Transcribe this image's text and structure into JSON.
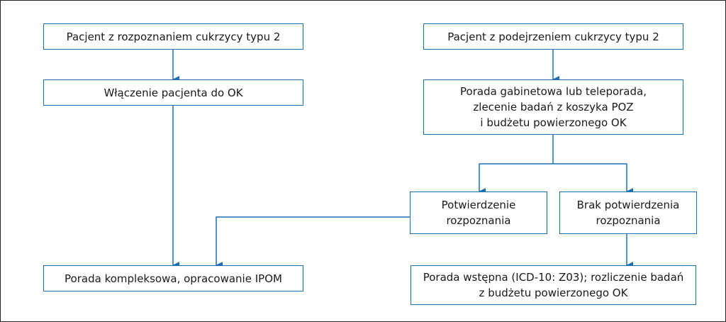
{
  "diagram": {
    "line_color": "#1f6fb4",
    "nodes": {
      "pacjent_rozpoznanie": "Pacjent z rozpoznaniem cukrzycy typu 2",
      "pacjent_podejrzenie": "Pacjent z podejrzeniem cukrzycy typu 2",
      "wlaczenie_ok": "Włączenie pacjenta do OK",
      "porada_gabinetowa": "Porada gabinetowa lub teleporada,\nzlecenie badań z koszyka POZ\ni budżetu powierzonego OK",
      "potwierdzenie": "Potwierdzenie\nrozpoznania",
      "brak_potwierdzenia": "Brak potwierdzenia\nrozpoznania",
      "porada_kompleksowa": "Porada kompleksowa, opracowanie IPOM",
      "porada_wstepna": "Porada wstępna (ICD-10: Z03); rozliczenie badań\nz budżetu powierzonego OK"
    }
  }
}
